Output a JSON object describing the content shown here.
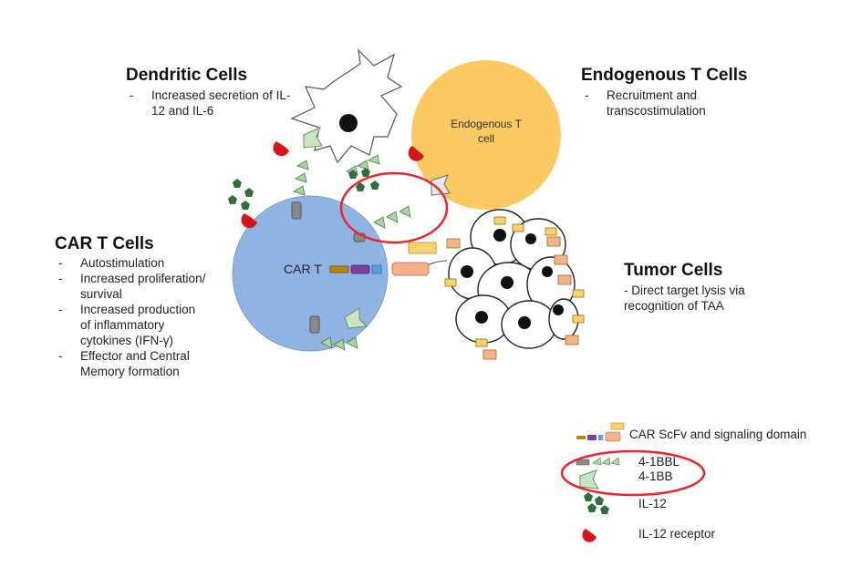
{
  "dendritic": {
    "title": "Dendritic Cells",
    "points": [
      "Increased secretion of IL-12 and IL-6"
    ]
  },
  "endogenous": {
    "title": "Endogenous T Cells",
    "points": [
      "Recruitment and transcostimulation"
    ],
    "cell_label": "Endogenous T cell"
  },
  "car_t": {
    "title": "CAR T Cells",
    "cell_label": "CAR T",
    "points": [
      "Autostimulation",
      "Increased proliferation/ survival",
      "Increased production of inflammatory cytokines (IFN-γ)",
      "Effector and Central Memory formation"
    ]
  },
  "tumor": {
    "title": "Tumor Cells",
    "text": "- Direct target lysis via recognition of TAA"
  },
  "legend": {
    "car": "CAR ScFv and signaling domain",
    "ligand": "4-1BBL",
    "receptor": "4-1BB",
    "il12": "IL-12",
    "il12_receptor": "IL-12 receptor"
  },
  "colors": {
    "car_t_cell": "#8fb4e3",
    "endogenous_cell": "#f9c350",
    "highlight_ring": "#e8262c",
    "il12_green": "#2f6e3a",
    "ligand_green": "#a8d8a0",
    "receptor_red": "#d7141a",
    "scfv_yellow": "#f6d36e",
    "car_peach": "#f4b18c"
  }
}
